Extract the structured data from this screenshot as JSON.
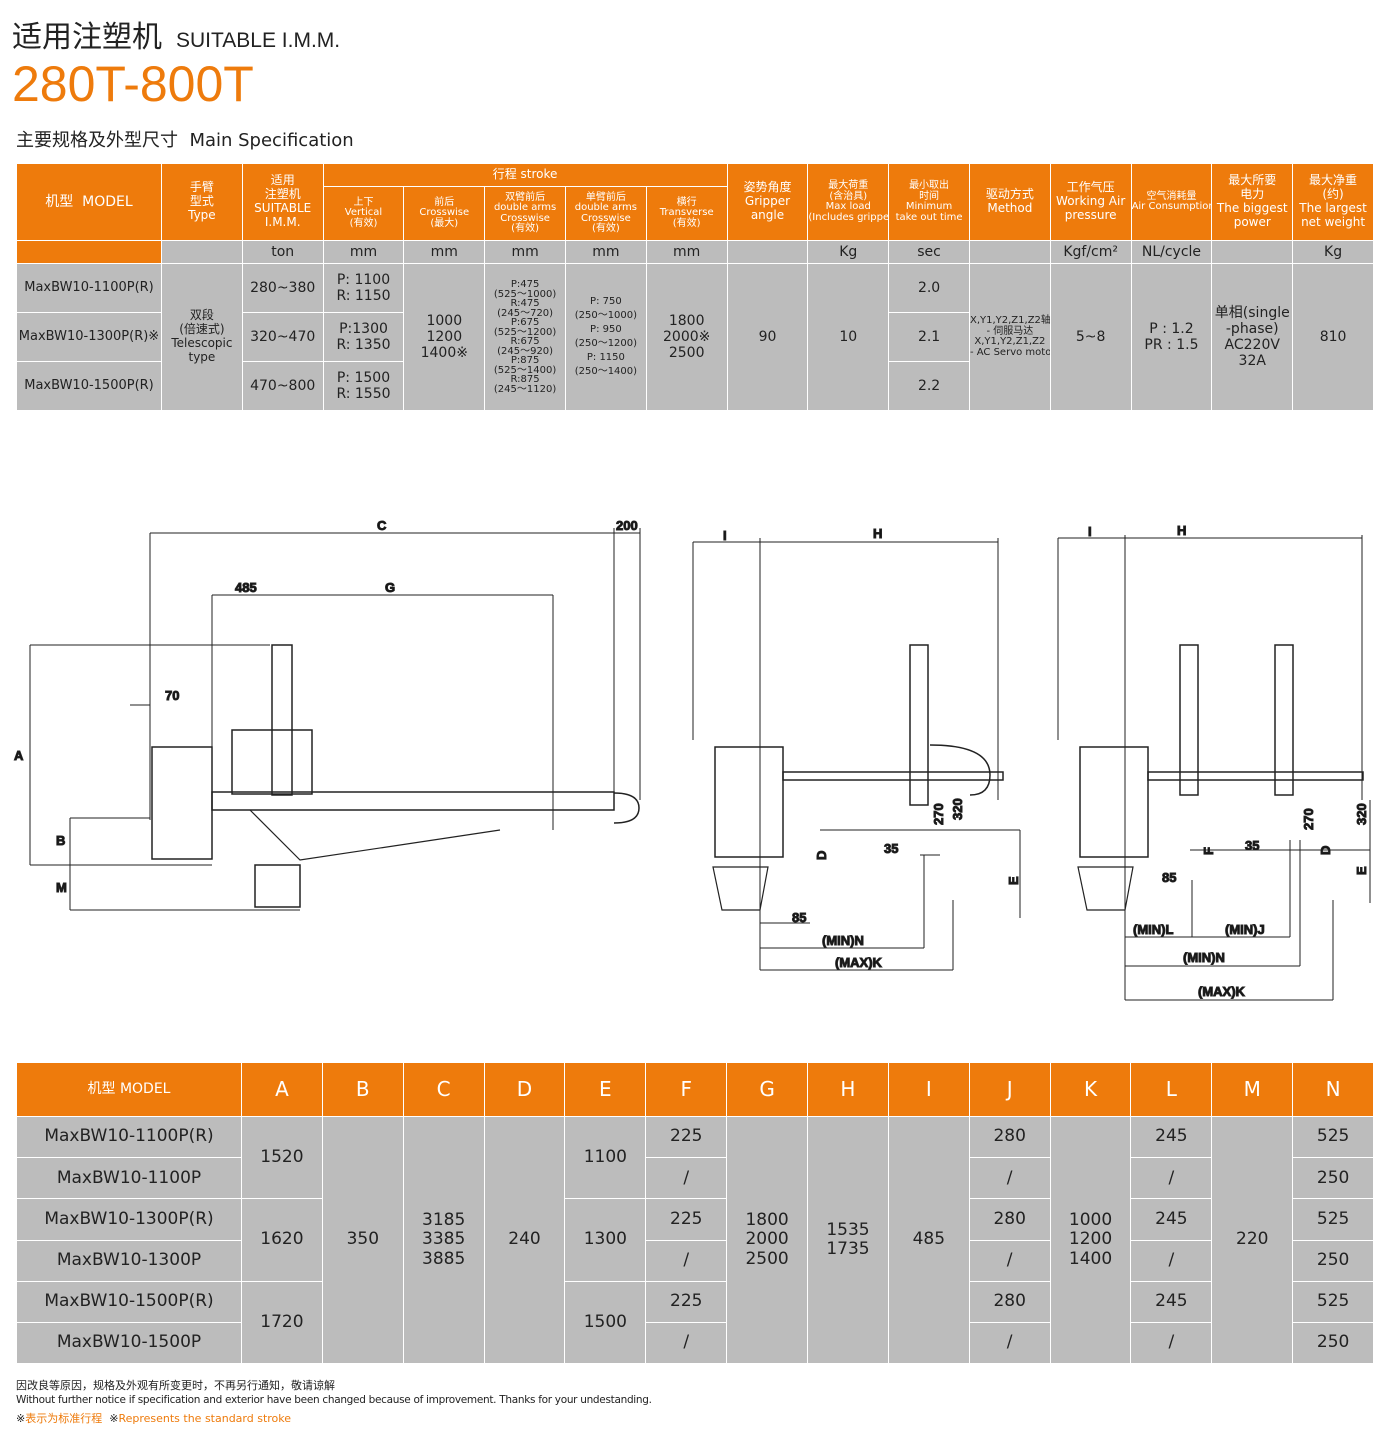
{
  "title": {
    "cn": "适用注塑机",
    "en": "SUITABLE I.M.M.",
    "range": "280T-800T",
    "subtitle": "主要规格及外型尺寸  Main Specification"
  },
  "spec": {
    "headers": {
      "model": "机型  MODEL",
      "type": "手臂\n型式\nType",
      "imm": "适用\n注塑机\nSUITABLE\nI.M.M.",
      "stroke": "行程 stroke",
      "vertical": "上下\nVertical\n(有效)",
      "crosswise": "前后\nCrosswise\n(最大)",
      "double": "双臂前后\ndouble arms\nCrosswise\n(有效)",
      "single": "单臂前后\ndouble arms\nCrosswise\n(有效)",
      "transverse": "横行\nTransverse\n(有效)",
      "gripper": "姿势角度\nGripper\nangle",
      "load": "最大荷重\n(含治具)\nMax load\n(Includes gripper)",
      "time": "最小取出\n时间\nMinimum\ntake out time",
      "method": "驱动方式\nMethod",
      "air": "工作气压\nWorking Air\npressure",
      "consumption": "空气消耗量\nAir Consumption",
      "power": "最大所要\n电力\nThe biggest\npower",
      "weight": "最大净重\n(约)\nThe largest\nnet weight"
    },
    "units": {
      "imm": "ton",
      "vertical": "mm",
      "crosswise": "mm",
      "double": "mm",
      "single": "mm",
      "transverse": "mm",
      "load": "Kg",
      "time": "sec",
      "air": "Kgf/cm²",
      "consumption": "NL/cycle",
      "weight": "Kg"
    },
    "rows": [
      {
        "model": "MaxBW10-1100P(R)",
        "imm": "280~380",
        "vertical": "P: 1100\nR: 1150",
        "time": "2.0"
      },
      {
        "model": "MaxBW10-1300P(R)※",
        "imm": "320~470",
        "vertical": "P:1300\nR: 1350",
        "time": "2.1"
      },
      {
        "model": "MaxBW10-1500P(R)",
        "imm": "470~800",
        "vertical": "P: 1500\nR: 1550",
        "time": "2.2"
      }
    ],
    "shared": {
      "type": "双段\n(倍速式)\nTelescopic\ntype",
      "crosswise": "1000\n1200\n1400※",
      "double": "P:475\n(525～1000)\nR:475\n(245～720)\nP:675\n(525～1200)\nR:675\n(245～920)\nP:875\n(525～1400)\nR:875\n(245～1120)",
      "single": "P: 750\n(250～1000)\nP: 950\n(250～1200)\nP: 1150\n(250～1400)",
      "transverse": "1800\n2000※\n2500",
      "gripper": "90",
      "load": "10",
      "method": "X,Y1,Y2,Z1,Z2轴\n- 伺服马达\nX,Y1,Y2,Z1,Z2\n- AC Servo motor",
      "air": "5~8",
      "consumption": "P : 1.2\nPR : 1.5",
      "power": "单相(single\n-phase)\nAC220V\n32A",
      "weight": "810"
    }
  },
  "drawing": {
    "labels": {
      "C": "C",
      "d200": "200",
      "d485": "485",
      "G": "G",
      "d70": "70",
      "A": "A",
      "B": "B",
      "M": "M",
      "I": "I",
      "H": "H",
      "d270": "270",
      "d320": "320",
      "d35": "35",
      "D": "D",
      "E": "E",
      "d85": "85",
      "minN": "(MIN)N",
      "maxK": "(MAX)K",
      "F": "F",
      "minL": "(MIN)L",
      "minJ": "(MIN)J"
    }
  },
  "dims": {
    "headers": [
      "机型  MODEL",
      "A",
      "B",
      "C",
      "D",
      "E",
      "F",
      "G",
      "H",
      "I",
      "J",
      "K",
      "L",
      "M",
      "N"
    ],
    "models": [
      "MaxBW10-1100P(R)",
      "MaxBW10-1100P",
      "MaxBW10-1300P(R)",
      "MaxBW10-1300P",
      "MaxBW10-1500P(R)",
      "MaxBW10-1500P"
    ],
    "A": [
      "1520",
      "1620",
      "1720"
    ],
    "E": [
      "1100",
      "1300",
      "1500"
    ],
    "B": "350",
    "C": "3185\n3385\n3885",
    "D": "240",
    "G": "1800\n2000\n2500",
    "H": "1535\n1735",
    "I": "485",
    "K": "1000\n1200\n1400",
    "M": "220",
    "F": [
      "225",
      "/",
      "225",
      "/",
      "225",
      "/"
    ],
    "J": [
      "280",
      "/",
      "280",
      "/",
      "280",
      "/"
    ],
    "L": [
      "245",
      "/",
      "245",
      "/",
      "245",
      "/"
    ],
    "N": [
      "525",
      "250",
      "525",
      "250",
      "525",
      "250"
    ]
  },
  "footer": {
    "cn": "因改良等原因，规格及外观有所变更时，不再另行通知，敬请谅解",
    "en": "Without further notice if specification and exterior have been changed because of improvement. Thanks for your undestanding.",
    "note_mark": "※",
    "note_cn": "表示为标准行程",
    "note_en": "Represents the standard stroke"
  },
  "colors": {
    "accent": "#ee7b0c",
    "cell": "#bcbcbc"
  }
}
